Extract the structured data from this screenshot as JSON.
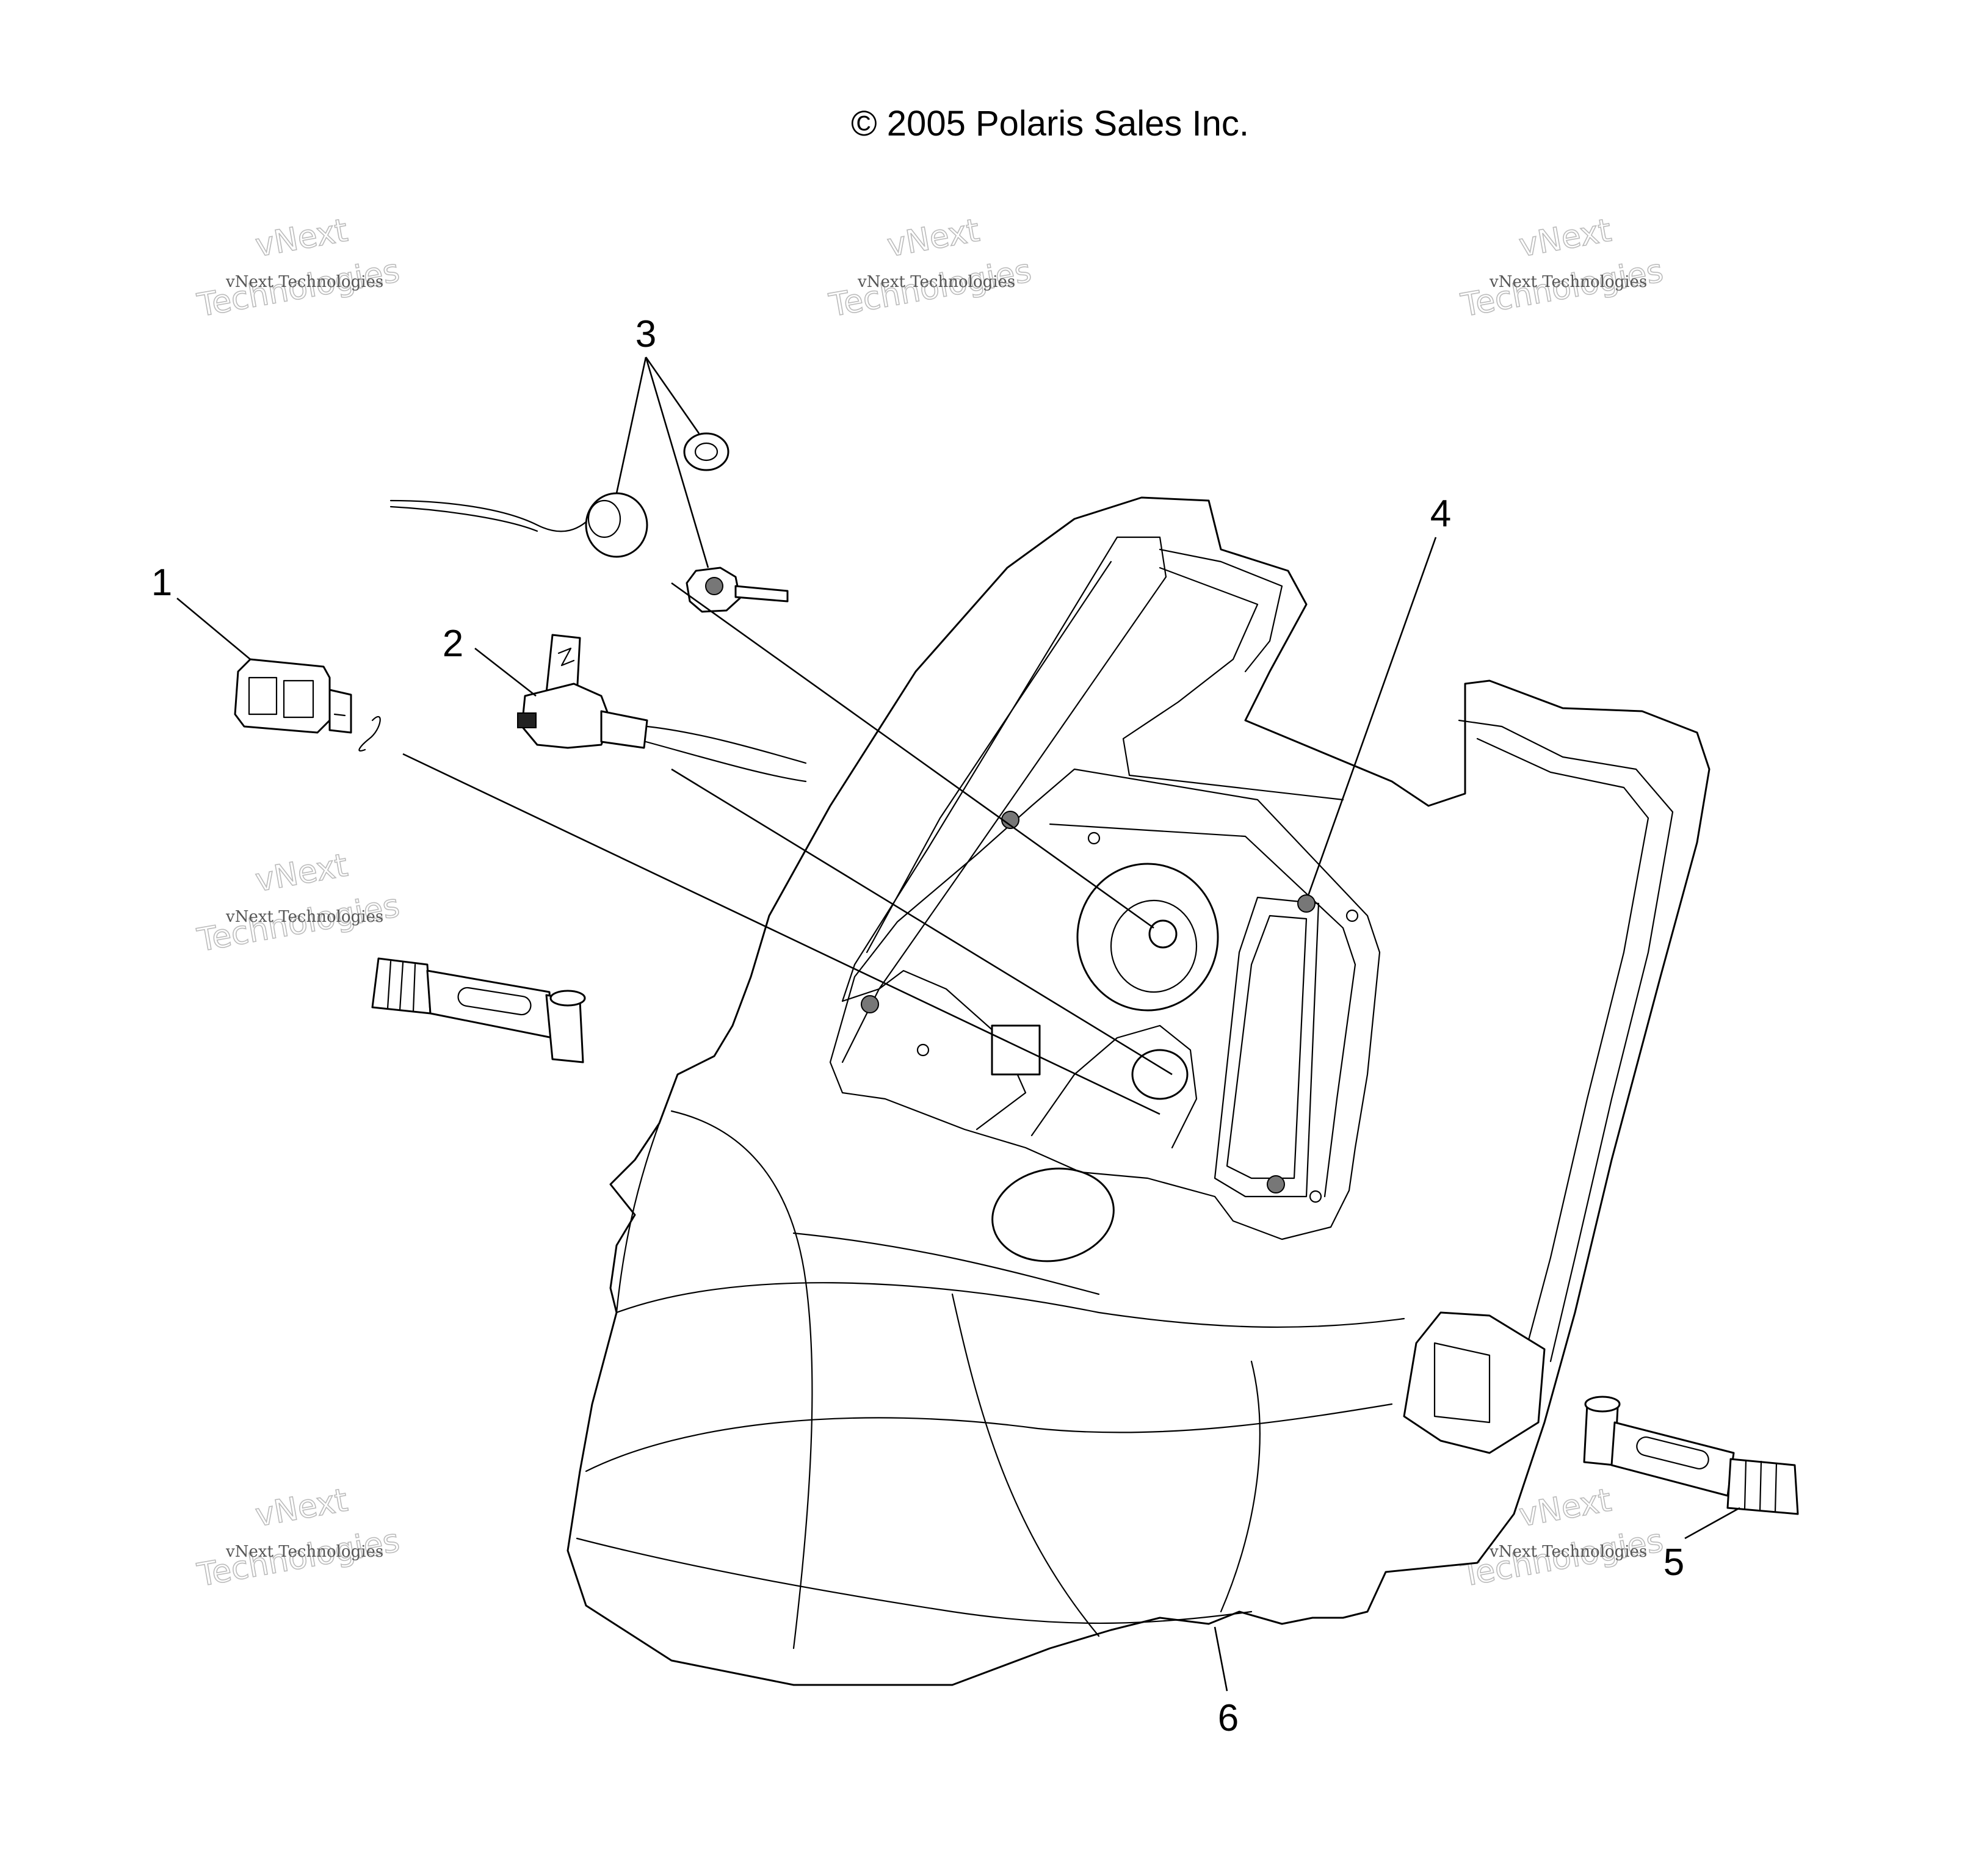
{
  "copyright": "© 2005 Polaris Sales Inc.",
  "watermark": {
    "line1": "vNext Technologies",
    "line2": "vNext",
    "line3": "Technologies"
  },
  "callouts": [
    "1",
    "2",
    "3",
    "4",
    "5",
    "6"
  ],
  "parts": [
    {
      "ref": "1",
      "depiction": "switch with retaining clip"
    },
    {
      "ref": "2",
      "depiction": "socket with wire lead"
    },
    {
      "ref": "3",
      "depiction": "grommet, washer and fitting"
    },
    {
      "ref": "4",
      "depiction": "screw"
    },
    {
      "ref": "5",
      "depiction": "rubber strap"
    },
    {
      "ref": "6",
      "depiction": "panel"
    }
  ]
}
